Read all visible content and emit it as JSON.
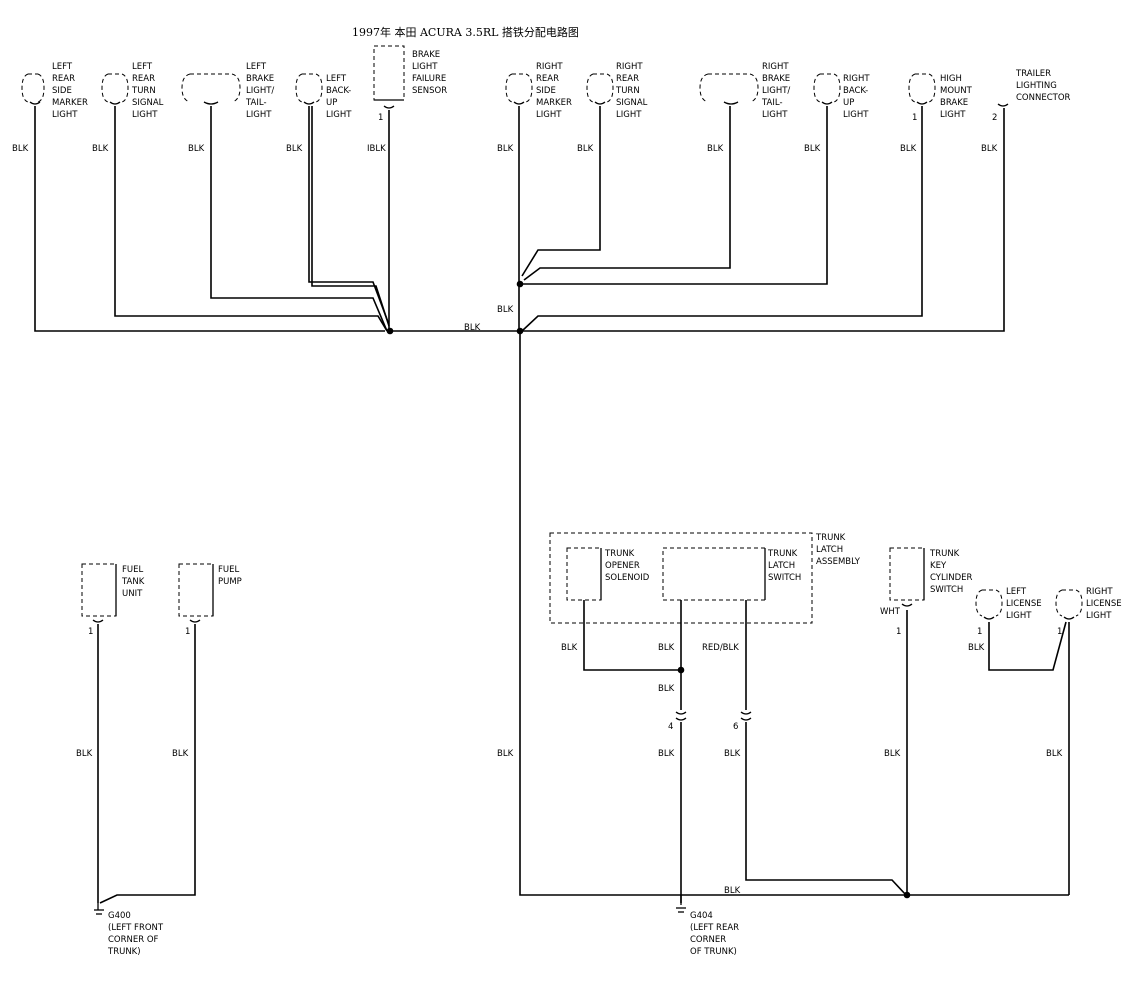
{
  "title": "1997年 本田 ACURA 3.5RL   搭铁分配电路图",
  "wire_color": "BLK",
  "components": {
    "left_side_marker": [
      "LEFT",
      "REAR",
      "SIDE",
      "MARKER",
      "LIGHT"
    ],
    "left_turn": [
      "LEFT",
      "REAR",
      "TURN",
      "SIGNAL",
      "LIGHT"
    ],
    "left_brake": [
      "LEFT",
      "BRAKE",
      "LIGHT/",
      "TAIL-",
      "LIGHT"
    ],
    "left_backup": [
      "LEFT",
      "BACK-",
      "UP",
      "LIGHT"
    ],
    "brake_sensor": [
      "BRAKE",
      "LIGHT",
      "FAILURE",
      "SENSOR"
    ],
    "right_side_marker": [
      "RIGHT",
      "REAR",
      "SIDE",
      "MARKER",
      "LIGHT"
    ],
    "right_turn": [
      "RIGHT",
      "REAR",
      "TURN",
      "SIGNAL",
      "LIGHT"
    ],
    "right_brake": [
      "RIGHT",
      "BRAKE",
      "LIGHT/",
      "TAIL-",
      "LIGHT"
    ],
    "right_backup": [
      "RIGHT",
      "BACK-",
      "UP",
      "LIGHT"
    ],
    "high_mount": [
      "HIGH",
      "MOUNT",
      "BRAKE",
      "LIGHT"
    ],
    "trailer": [
      "TRAILER",
      "LIGHTING",
      "CONNECTOR"
    ],
    "fuel_tank": [
      "FUEL",
      "TANK",
      "UNIT"
    ],
    "fuel_pump": [
      "FUEL",
      "PUMP"
    ],
    "trunk_latch_assembly": [
      "TRUNK",
      "LATCH",
      "ASSEMBLY"
    ],
    "trunk_opener": [
      "TRUNK",
      "OPENER",
      "SOLENOID"
    ],
    "trunk_latch_switch": [
      "TRUNK",
      "LATCH",
      "SWITCH"
    ],
    "trunk_key_switch": [
      "TRUNK",
      "KEY",
      "CYLINDER",
      "SWITCH"
    ],
    "left_license": [
      "LEFT",
      "LICENSE",
      "LIGHT"
    ],
    "right_license": [
      "RIGHT",
      "LICENSE",
      "LIGHT"
    ]
  },
  "pins": {
    "p1": "1",
    "p2": "2",
    "p4": "4",
    "p6": "6"
  },
  "wire_labels": {
    "blk": "BLK",
    "ibk": "IBLK",
    "red_blk": "RED/BLK",
    "wht": "WHT"
  },
  "grounds": {
    "g400": [
      "G400",
      "(LEFT FRONT",
      "CORNER OF",
      "TRUNK)"
    ],
    "g404": [
      "G404",
      "(LEFT REAR",
      "CORNER",
      "OF TRUNK)"
    ]
  }
}
